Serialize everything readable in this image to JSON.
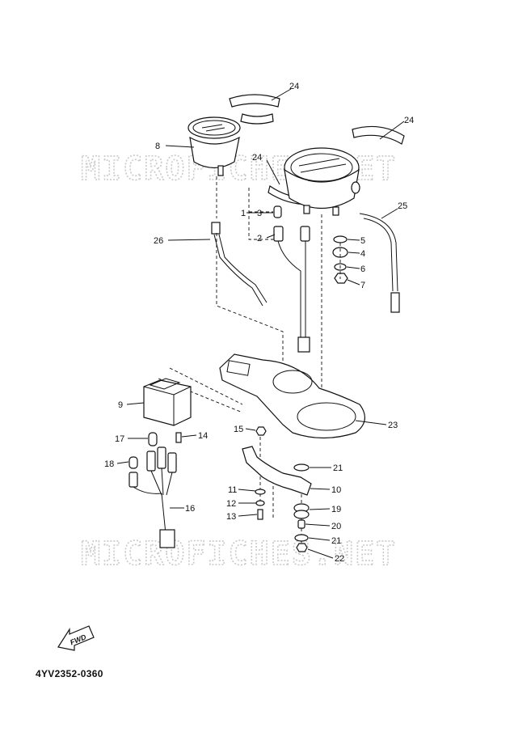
{
  "diagram": {
    "watermarks": [
      "MICROFICHES.NET",
      "MICROFICHES.NET"
    ],
    "drawing_code": "4YV2352-0360",
    "direction_label": "FWD",
    "callouts": [
      "1",
      "2",
      "3",
      "4",
      "5",
      "6",
      "7",
      "8",
      "9",
      "10",
      "11",
      "12",
      "13",
      "14",
      "15",
      "16",
      "17",
      "18",
      "19",
      "20",
      "21",
      "21",
      "22",
      "23",
      "24",
      "24",
      "24",
      "25",
      "26"
    ]
  }
}
